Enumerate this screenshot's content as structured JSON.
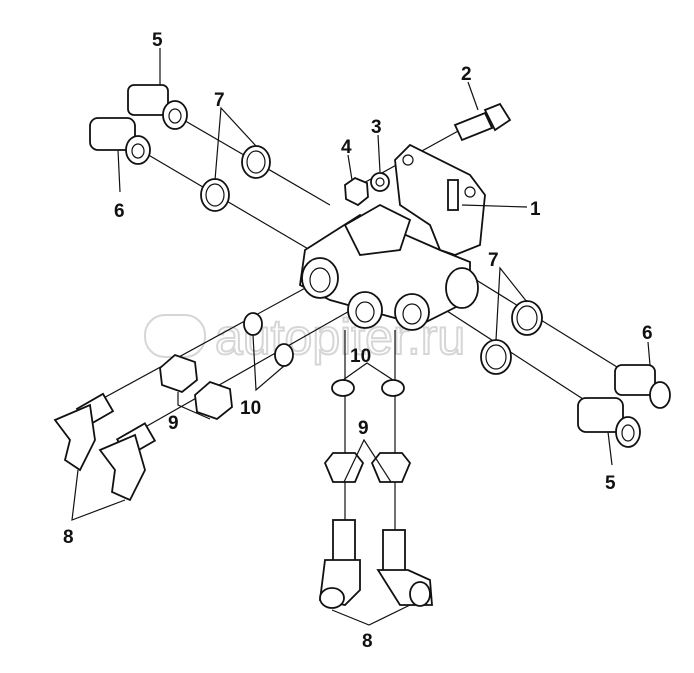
{
  "watermark": "autopiter.ru",
  "callouts": [
    {
      "id": "label-5-top",
      "text": "5"
    },
    {
      "id": "label-2",
      "text": "2"
    },
    {
      "id": "label-7-left",
      "text": "7"
    },
    {
      "id": "label-4",
      "text": "4"
    },
    {
      "id": "label-3",
      "text": "3"
    },
    {
      "id": "label-6-left",
      "text": "6"
    },
    {
      "id": "label-1",
      "text": "1"
    },
    {
      "id": "label-7-right",
      "text": "7"
    },
    {
      "id": "label-6-right",
      "text": "6"
    },
    {
      "id": "label-10-center",
      "text": "10"
    },
    {
      "id": "label-10-left",
      "text": "10"
    },
    {
      "id": "label-9-left",
      "text": "9"
    },
    {
      "id": "label-9-center",
      "text": "9"
    },
    {
      "id": "label-5-bottom",
      "text": "5"
    },
    {
      "id": "label-8-left",
      "text": "8"
    },
    {
      "id": "label-8-bottom",
      "text": "8"
    }
  ]
}
